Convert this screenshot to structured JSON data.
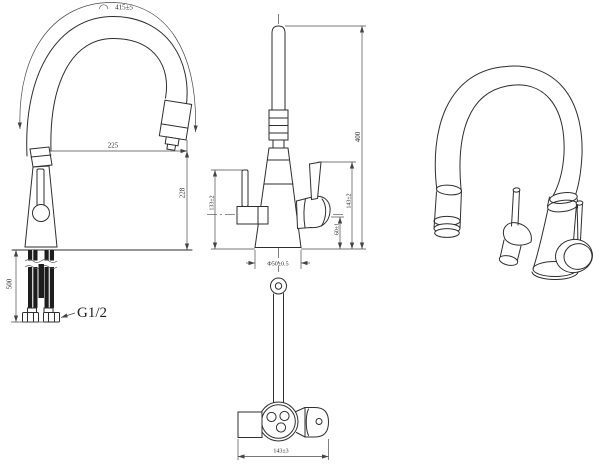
{
  "drawing_title": "faucet technical drawing",
  "colors": {
    "background": "#ffffff",
    "object_line": "#2e2e2e",
    "dimension_line": "#4a4a4a",
    "hose_fill": "#1d1d1d"
  },
  "front_view": {
    "spout_arc_length": "415±5",
    "spout_reach": "225",
    "spout_outlet_height": "228",
    "hose_length": "500",
    "thread_size": "G1/2"
  },
  "side_view": {
    "total_height": "400",
    "right_handle_height": "143±2",
    "side_outlet_height": "60±1",
    "left_handle_height": "133±2",
    "base_diameter": "Φ50±0.5"
  },
  "bottom_view": {
    "underbody_length": "143±3"
  }
}
